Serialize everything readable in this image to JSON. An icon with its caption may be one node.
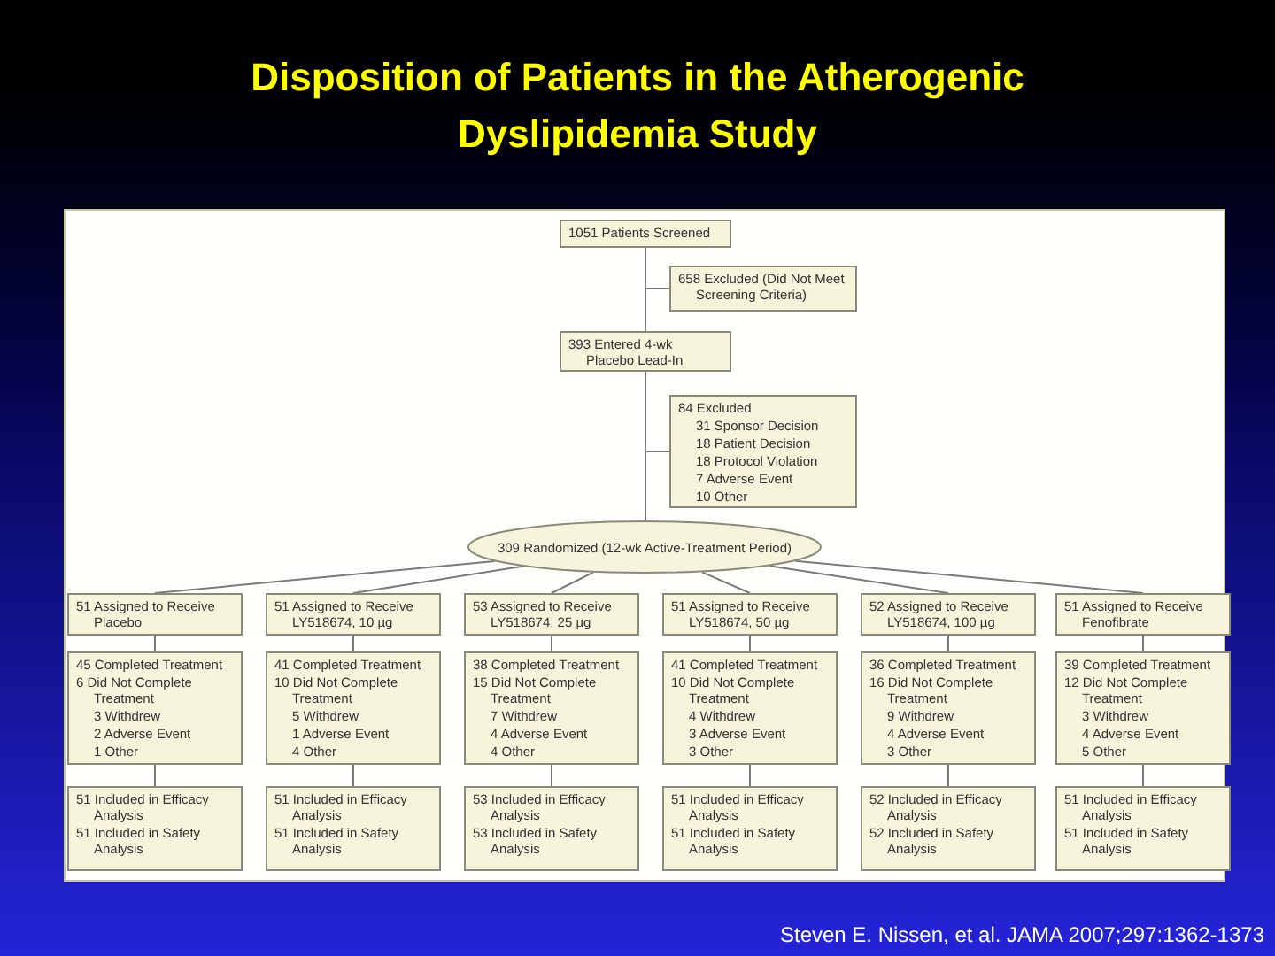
{
  "diagram": {
    "title": "Disposition of Patients in the Atherogenic Dyslipidemia Study",
    "caption": "Steven E. Nissen, et al. JAMA 2007;297:1362-1373",
    "nodes": [
      {
        "text": [
          "1051 Patients Screened"
        ]
      },
      {
        "text": [
          "658 Excluded (Did Not Meet Screening Criteria)"
        ]
      },
      {
        "text": [
          "393 Entered 4-wk Placebo Lead-In"
        ]
      },
      {
        "text": [
          "84 Excluded",
          "31 Sponsor Decision",
          "18 Patient Decision",
          "18 Protocol Violation",
          "7 Adverse Event",
          "10 Other"
        ]
      },
      {
        "text": [
          "309 Randomized (12-wk Active-Treatment Period)"
        ]
      },
      {
        "text": [
          "51 Assigned to Receive Placebo"
        ]
      },
      {
        "text": [
          "51 Assigned to Receive LY518674, 10 µg"
        ]
      },
      {
        "text": [
          "53 Assigned to Receive LY518674, 25 µg"
        ]
      },
      {
        "text": [
          "51 Assigned to Receive LY518674, 50 µg"
        ]
      },
      {
        "text": [
          "52 Assigned to Receive LY518674, 100 µg"
        ]
      },
      {
        "text": [
          "51 Assigned to Receive Fenofibrate"
        ]
      },
      {
        "text": [
          "45 Completed Treatment",
          "6 Did Not Complete Treatment",
          "3 Withdrew",
          "2 Adverse Event",
          "1 Other"
        ]
      },
      {
        "text": [
          "41 Completed Treatment",
          "10 Did Not Complete Treatment",
          "5 Withdrew",
          "1 Adverse Event",
          "4 Other"
        ]
      },
      {
        "text": [
          "38 Completed Treatment",
          "15 Did Not Complete Treatment",
          "7 Withdrew",
          "4 Adverse Event",
          "4 Other"
        ]
      },
      {
        "text": [
          "41 Completed Treatment",
          "10 Did Not Complete Treatment",
          "4 Withdrew",
          "3 Adverse Event",
          "3 Other"
        ]
      },
      {
        "text": [
          "36 Completed Treatment",
          "16 Did Not Complete Treatment",
          "9 Withdrew",
          "4 Adverse Event",
          "3 Other"
        ]
      },
      {
        "text": [
          "39 Completed Treatment",
          "12 Did Not Complete Treatment",
          "3 Withdrew",
          "4 Adverse Event",
          "5 Other"
        ]
      },
      {
        "text": [
          "51 Included in Efficacy Analysis",
          "51 Included in Safety Analysis"
        ]
      },
      {
        "text": [
          "51 Included in Efficacy Analysis",
          "51 Included in Safety Analysis"
        ]
      },
      {
        "text": [
          "53 Included in Efficacy Analysis",
          "53 Included in Safety Analysis"
        ]
      },
      {
        "text": [
          "51 Included in Efficacy Analysis",
          "51 Included in Safety Analysis"
        ]
      },
      {
        "text": [
          "52 Included in Efficacy Analysis",
          "52 Included in Safety Analysis"
        ]
      },
      {
        "text": [
          "51 Included in Efficacy Analysis",
          "51 Included in Safety Analysis"
        ]
      }
    ],
    "edges": [
      {
        "from": 0,
        "to": 1,
        "arrow": "none"
      },
      {
        "from": 0,
        "to": 2,
        "arrow": "none"
      },
      {
        "from": 2,
        "to": 3,
        "arrow": "none"
      },
      {
        "from": 2,
        "to": 4,
        "arrow": "none"
      },
      {
        "from": 4,
        "to": 5,
        "arrow": "none"
      },
      {
        "from": 4,
        "to": 6,
        "arrow": "none"
      },
      {
        "from": 4,
        "to": 7,
        "arrow": "none"
      },
      {
        "from": 4,
        "to": 8,
        "arrow": "none"
      },
      {
        "from": 4,
        "to": 9,
        "arrow": "none"
      },
      {
        "from": 4,
        "to": 10,
        "arrow": "none"
      },
      {
        "from": 5,
        "to": 11,
        "arrow": "none"
      },
      {
        "from": 6,
        "to": 12,
        "arrow": "none"
      },
      {
        "from": 7,
        "to": 13,
        "arrow": "none"
      },
      {
        "from": 8,
        "to": 14,
        "arrow": "none"
      },
      {
        "from": 9,
        "to": 15,
        "arrow": "none"
      },
      {
        "from": 10,
        "to": 16,
        "arrow": "none"
      },
      {
        "from": 11,
        "to": 17,
        "arrow": "none"
      },
      {
        "from": 12,
        "to": 18,
        "arrow": "none"
      },
      {
        "from": 13,
        "to": 19,
        "arrow": "none"
      },
      {
        "from": 14,
        "to": 20,
        "arrow": "none"
      },
      {
        "from": 15,
        "to": 21,
        "arrow": "none"
      },
      {
        "from": 16,
        "to": 22,
        "arrow": "none"
      }
    ]
  }
}
